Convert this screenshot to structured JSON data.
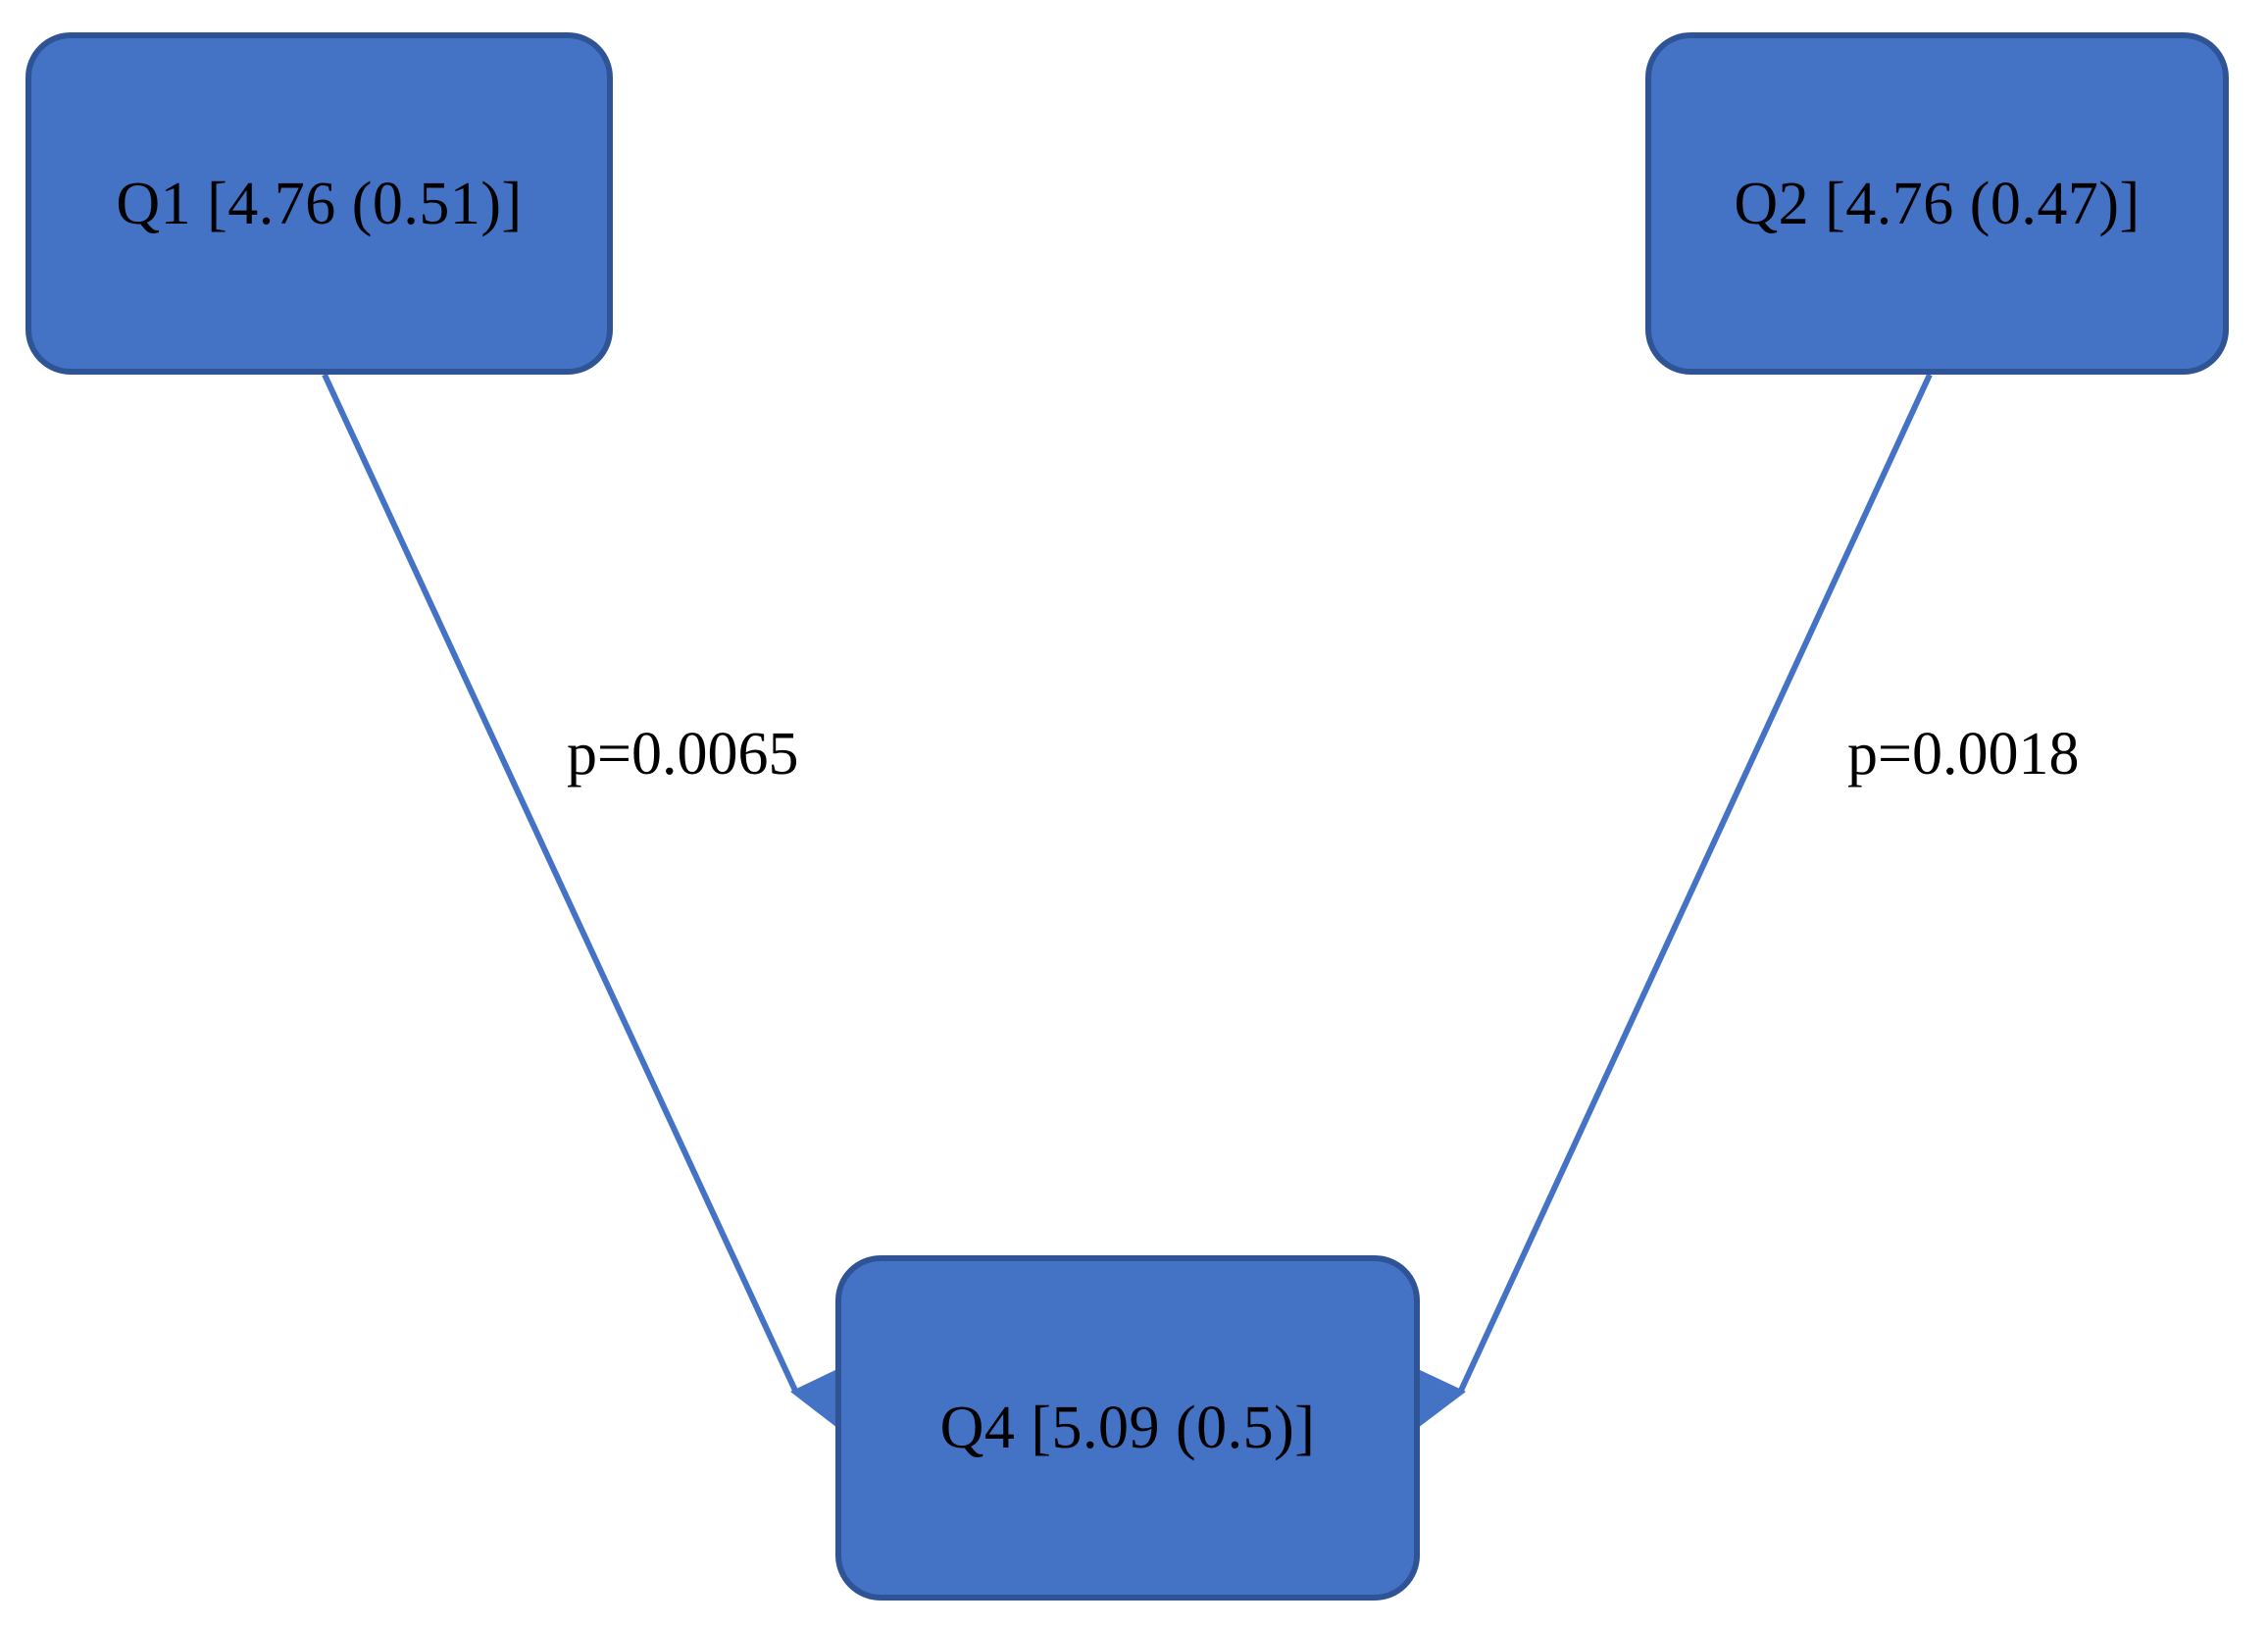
{
  "diagram": {
    "type": "path-diagram",
    "background_color": "#FFFFFF",
    "node_fill_color": "#4472C4",
    "node_border_color": "#2F5496",
    "edge_color": "#4472C4",
    "text_color": "#000000",
    "nodes": [
      {
        "id": "q1",
        "label": "Q1 [4.76 (0.51)]",
        "variable": "Q1",
        "mean": 4.76,
        "sd": 0.51
      },
      {
        "id": "q2",
        "label": "Q2 [4.76 (0.47)]",
        "variable": "Q2",
        "mean": 4.76,
        "sd": 0.47
      },
      {
        "id": "q4",
        "label": "Q4 [5.09 (0.5)]",
        "variable": "Q4",
        "mean": 5.09,
        "sd": 0.5
      }
    ],
    "edges": [
      {
        "id": "q1-to-q4",
        "from": "q1",
        "to": "q4",
        "label": "p=0.0065",
        "p_value": 0.0065,
        "arrow": "to-target"
      },
      {
        "id": "q2-to-q4",
        "from": "q2",
        "to": "q4",
        "label": "p=0.0018",
        "p_value": 0.0018,
        "arrow": "to-target"
      }
    ]
  }
}
